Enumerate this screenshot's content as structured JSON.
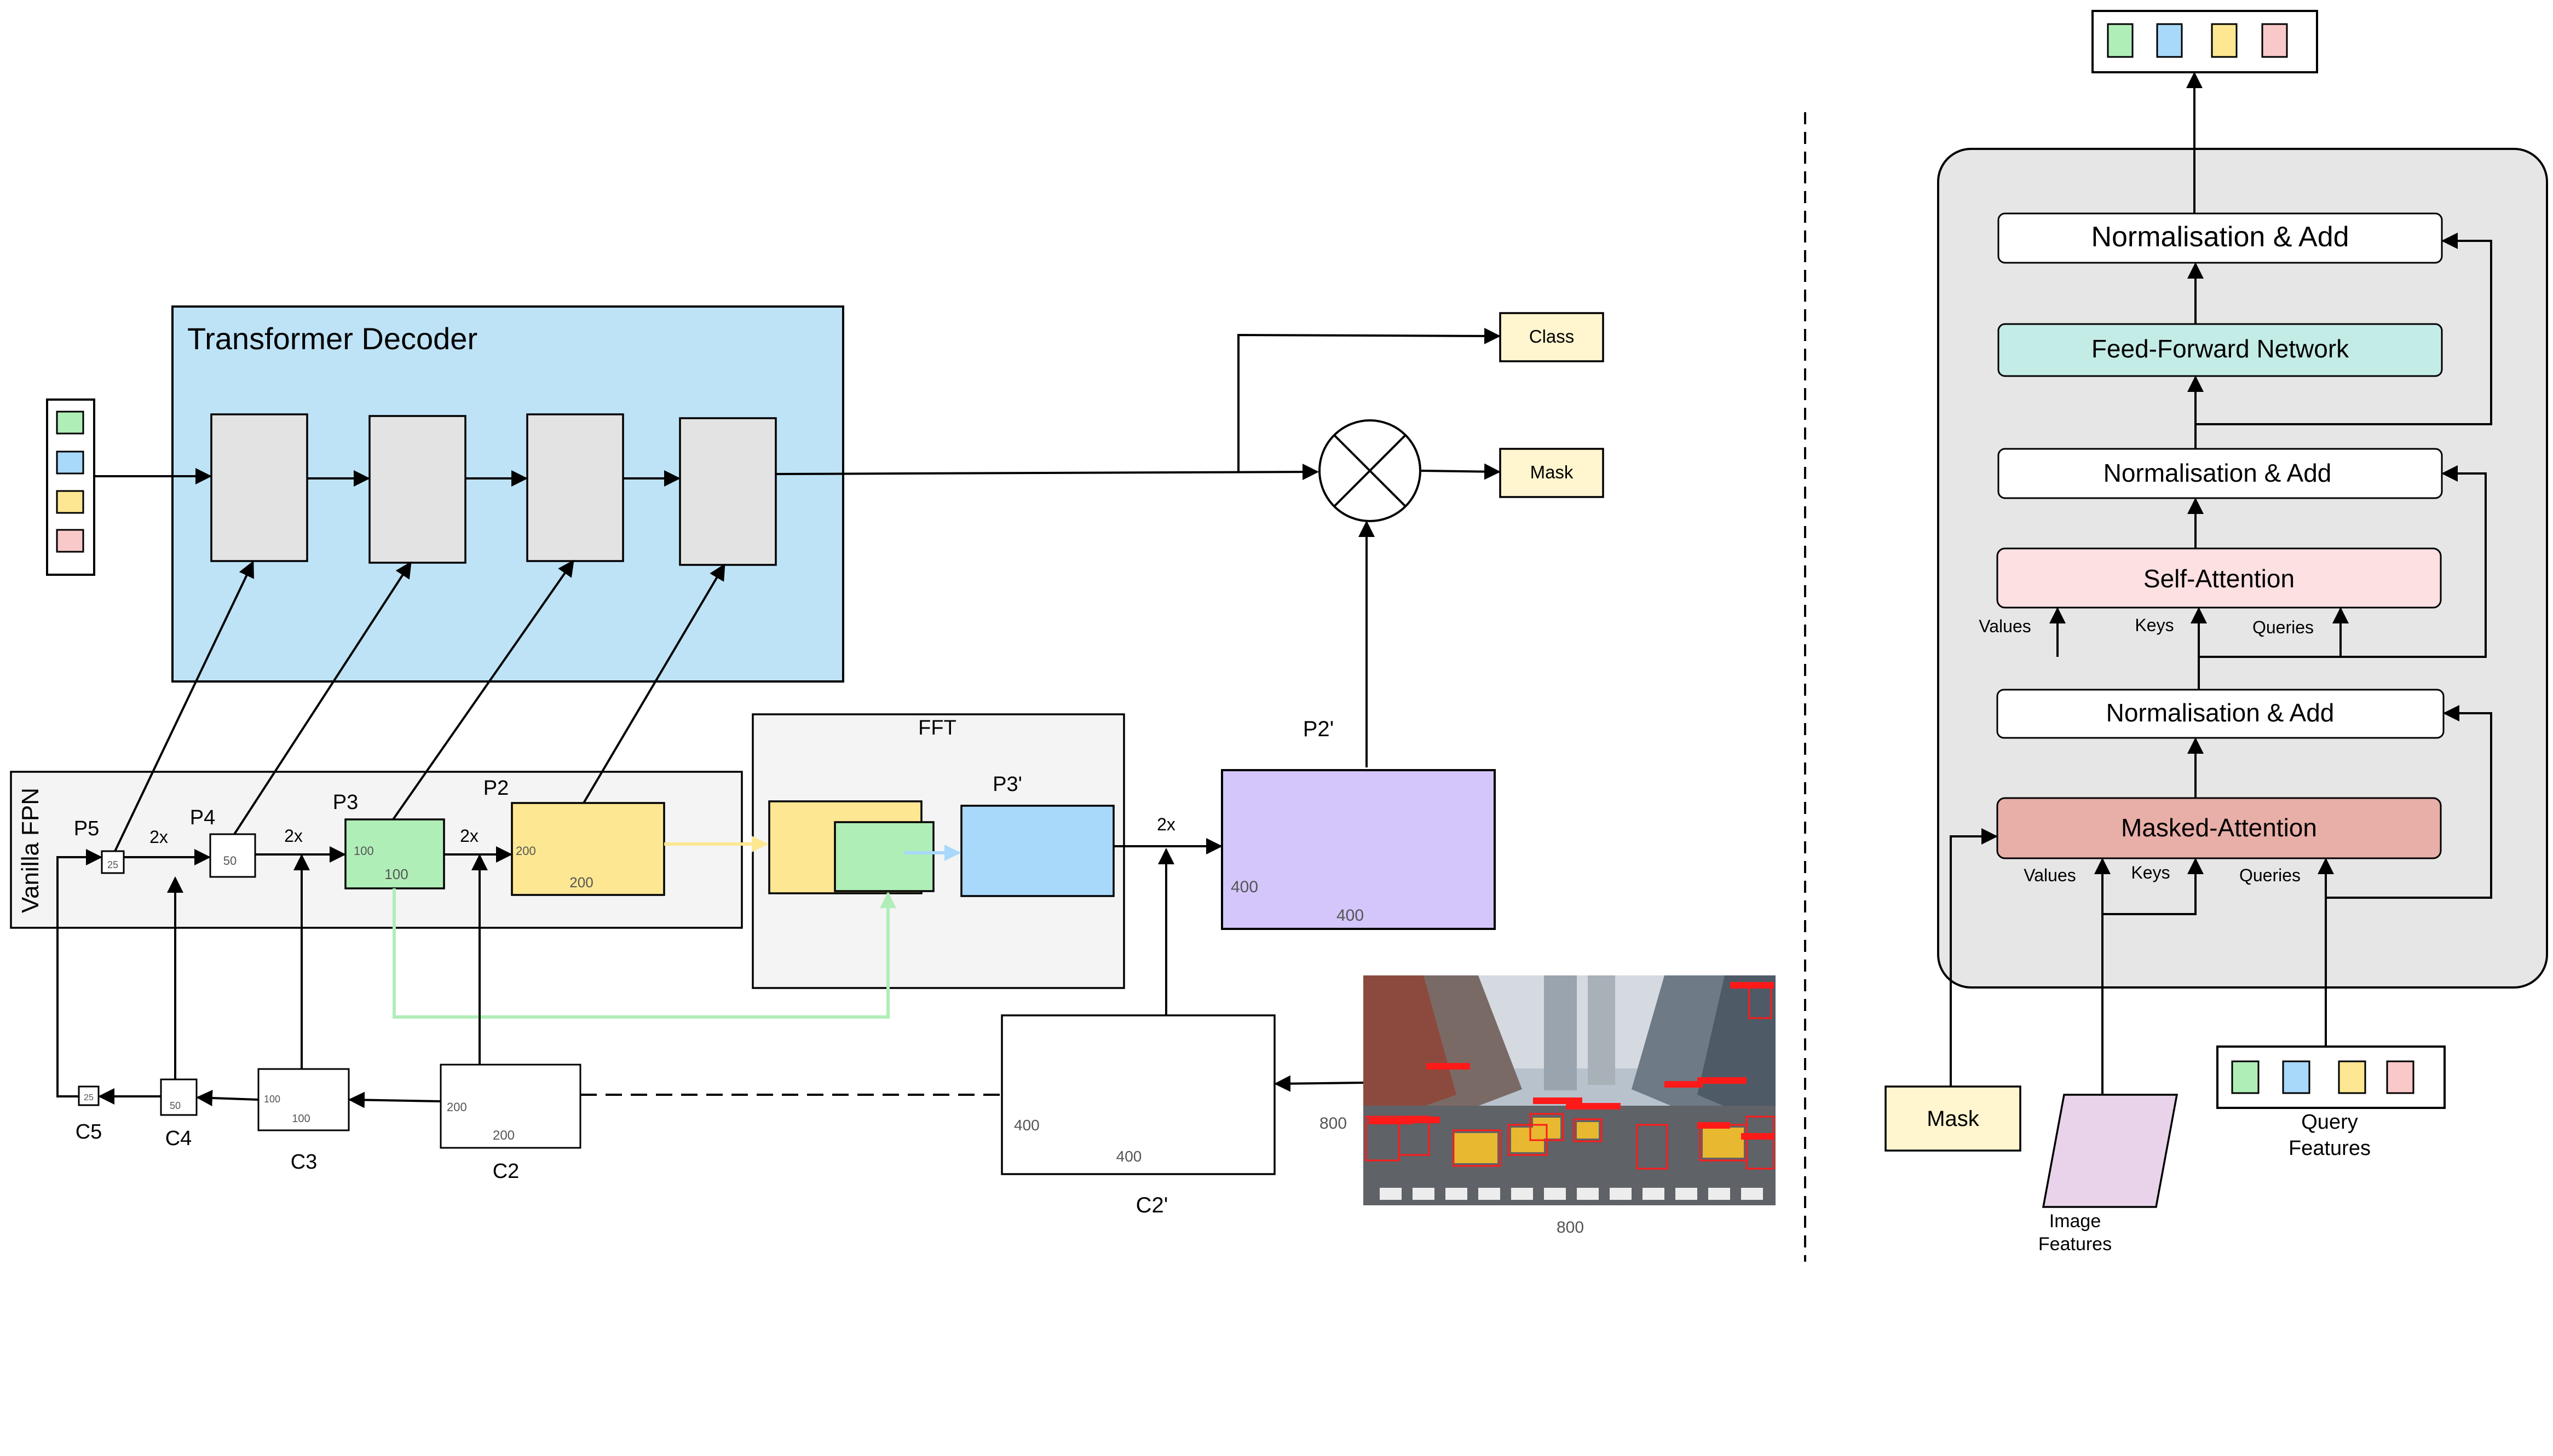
{
  "decoder": {
    "title": "Transformer Decoder"
  },
  "fpn": {
    "title": "Vanilla FPN",
    "p5": "P5",
    "p4": "P4",
    "p3": "P3",
    "p2": "P2",
    "p5_dim": "25",
    "p4_dim": "50",
    "p3_dim_w": "100",
    "p3_dim_h": "100",
    "p2_dim_w": "200",
    "p2_dim_h": "200",
    "up1": "2x",
    "up2": "2x",
    "up3": "2x"
  },
  "fft": {
    "title": "FFT",
    "p3prime": "P3'"
  },
  "p2prime": {
    "label": "P2'",
    "dim_w": "400",
    "dim_h": "400"
  },
  "upsample_2x": "2x",
  "outputs": {
    "class": "Class",
    "mask": "Mask"
  },
  "backbone": {
    "c5": "C5",
    "c4": "C4",
    "c3": "C3",
    "c2": "C2",
    "c2prime": "C2'",
    "c5_dim": "25",
    "c4_dim": "50",
    "c3_dim_w": "100",
    "c3_dim_h": "100",
    "c2_dim_w": "200",
    "c2_dim_h": "200",
    "c2p_dim_w": "400",
    "c2p_dim_h": "400"
  },
  "image": {
    "dim_w": "800",
    "dim_h": "800"
  },
  "detail": {
    "norm_add_top": "Normalisation & Add",
    "ffn": "Feed-Forward Network",
    "norm_add_mid": "Normalisation & Add",
    "self_attention": "Self-Attention",
    "sa_values": "Values",
    "sa_keys": "Keys",
    "sa_queries": "Queries",
    "norm_add_low": "Normalisation & Add",
    "masked_attention": "Masked-Attention",
    "ma_values": "Values",
    "ma_keys": "Keys",
    "ma_queries": "Queries",
    "mask": "Mask",
    "image_features_1": "Image",
    "image_features_2": "Features",
    "query_features_1": "Query",
    "query_features_2": "Features"
  },
  "colors": {
    "decoder_bg": "#BEE3F6",
    "block_gray": "#E3E3E3",
    "fpn_bg": "#F4F4F4",
    "green": "#B0EEB8",
    "blue": "#A8D8FA",
    "yellow": "#FDE792",
    "pink": "#F9C8C8",
    "purple": "#D4C6FA",
    "output_box": "#FFF5CF",
    "ffn": "#C4ECE7",
    "self_attn": "#FCE0E2",
    "masked_attn": "#E8AEA8",
    "detail_bg": "#E6E6E6",
    "image_feat": "#E8D3EA"
  }
}
